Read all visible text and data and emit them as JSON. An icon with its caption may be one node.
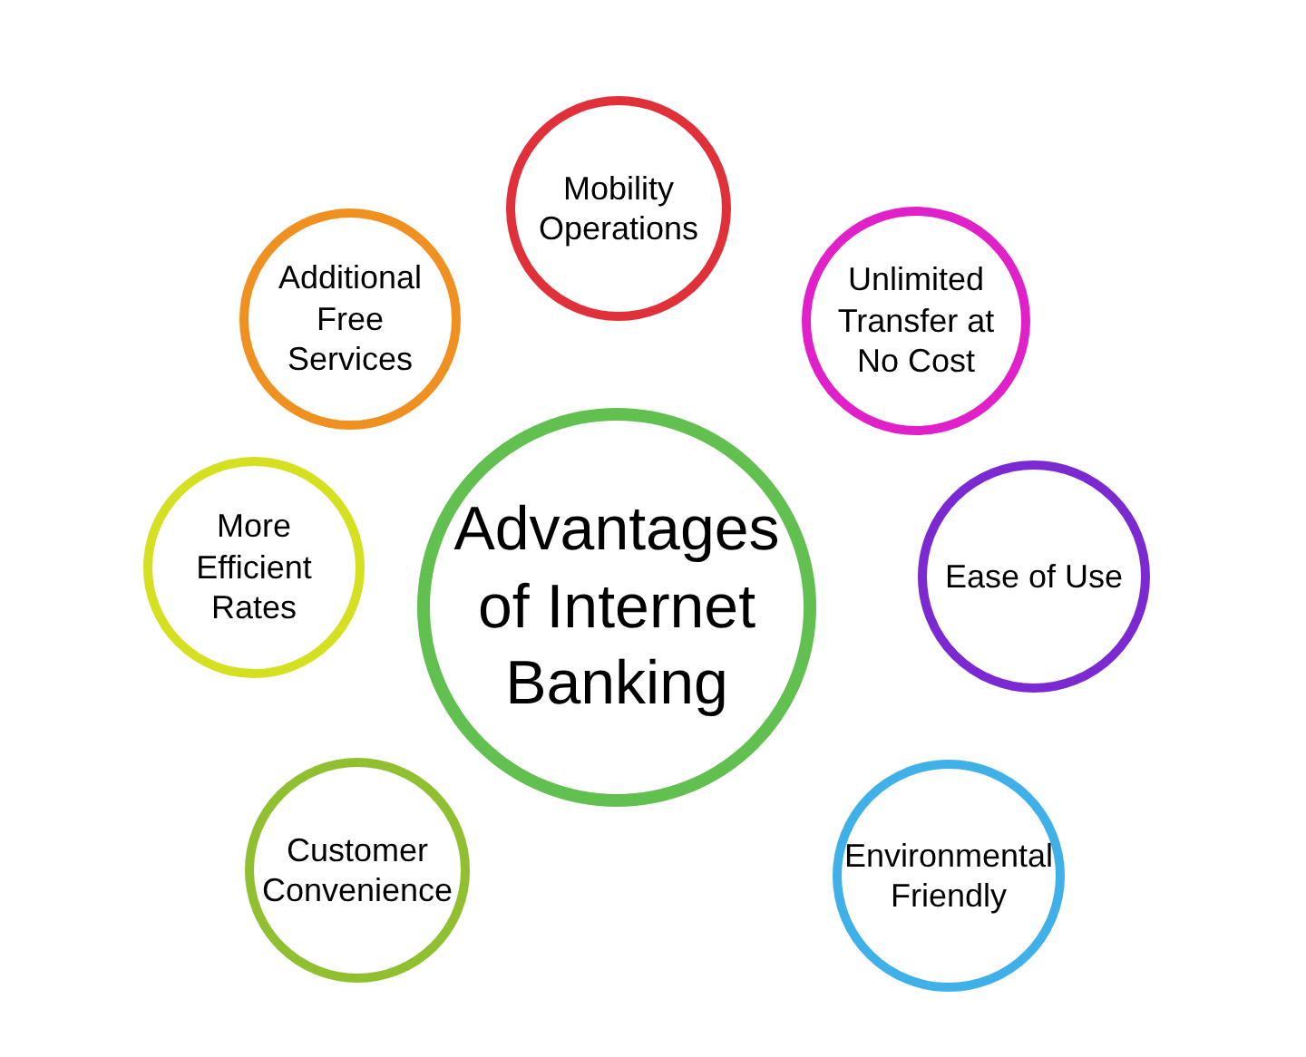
{
  "diagram": {
    "nodes": [
      {
        "text": [
          "Advantages of Internet Banking"
        ]
      },
      {
        "text": [
          "Mobility Operations"
        ]
      },
      {
        "text": [
          "Unlimited Transfer at No Cost"
        ]
      },
      {
        "text": [
          "Ease of Use"
        ]
      },
      {
        "text": [
          "Environmental Friendly"
        ]
      },
      {
        "text": [
          "Customer Convenience"
        ]
      },
      {
        "text": [
          "More Efficient Rates"
        ]
      },
      {
        "text": [
          "Additional Free Services"
        ]
      }
    ]
  }
}
